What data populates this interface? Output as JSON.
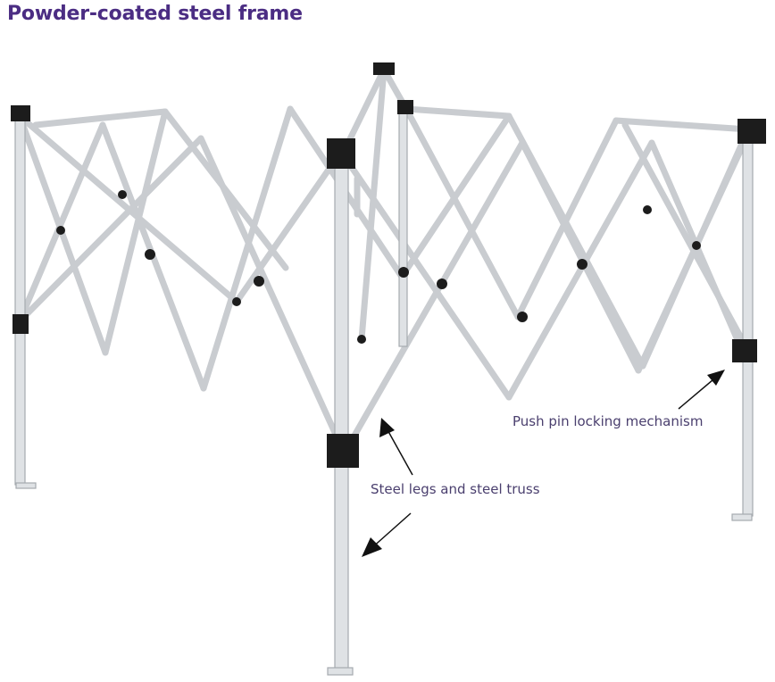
{
  "title": "Powder-coated steel frame",
  "annotations": {
    "push_pin": "Push pin locking mechanism",
    "steel_legs": "Steel legs and steel truss"
  },
  "colors": {
    "title": "#4b2d83",
    "annotation_text": "#4a3f6e",
    "frame": "#c9ccd0",
    "connectors": "#1c1c1c"
  }
}
